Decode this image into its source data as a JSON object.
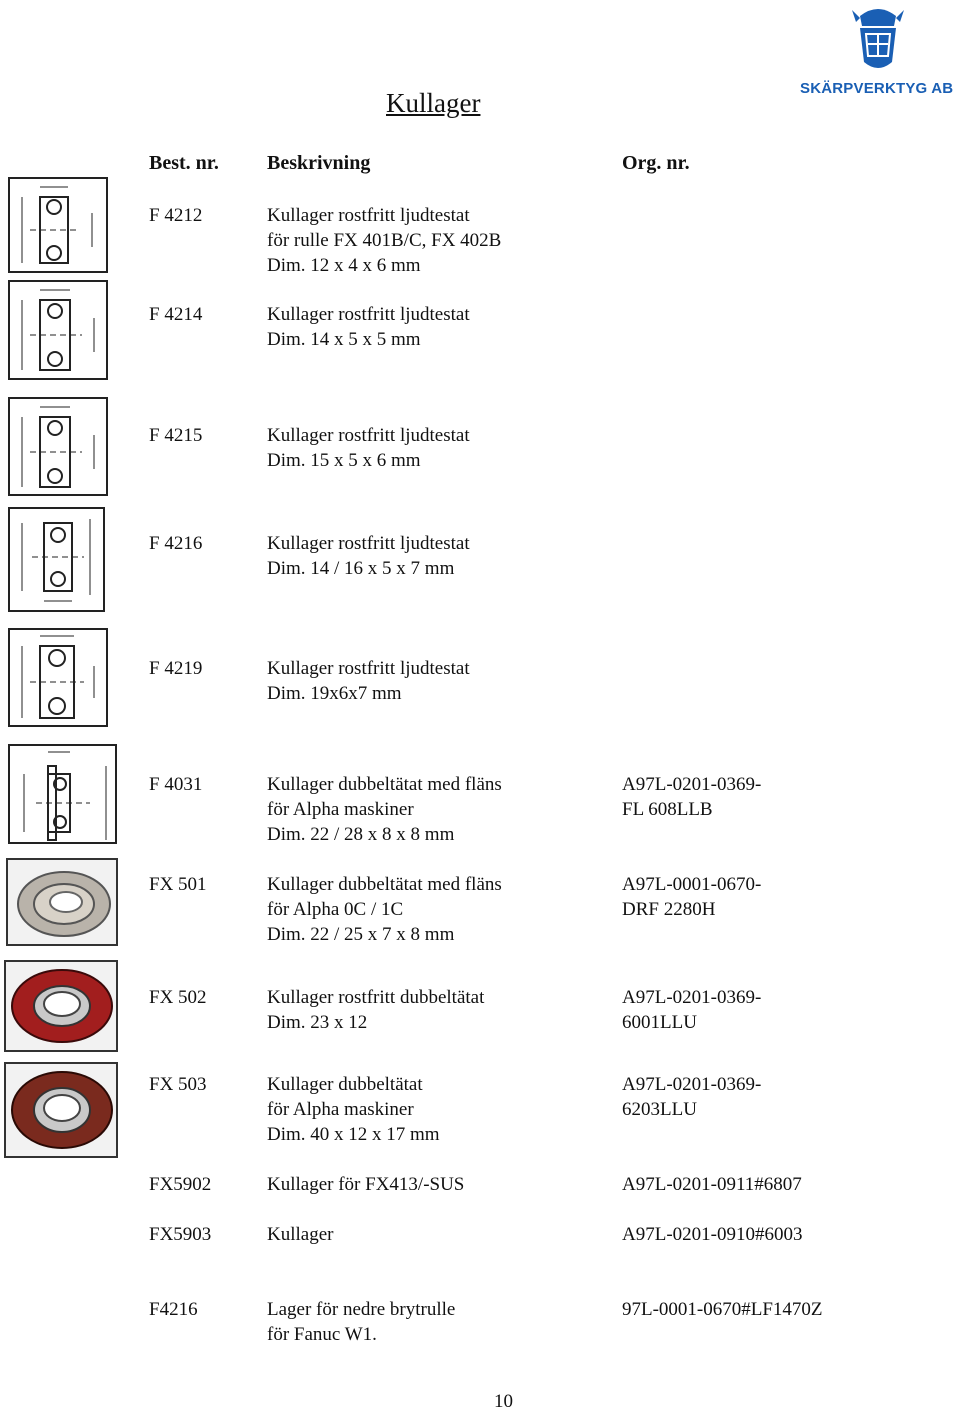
{
  "title": "Kullager",
  "headers": {
    "best_nr": "Best. nr.",
    "beskrivning": "Beskrivning",
    "org_nr": "Org. nr."
  },
  "logo": {
    "text": "SKÄRPVERKTYG AB",
    "color": "#1a5fb4"
  },
  "page_number": "10",
  "rows": [
    {
      "code": "F 4212",
      "lines": [
        "Kullager rostfritt ljudtestat",
        "för rulle FX 401B/C, FX 402B",
        "Dim. 12 x 4 x 6 mm"
      ],
      "org": [],
      "image": "bearing-drawing"
    },
    {
      "code": "F 4214",
      "lines": [
        "Kullager rostfritt ljudtestat",
        "Dim. 14 x 5 x 5 mm"
      ],
      "org": [],
      "image": "bearing-drawing"
    },
    {
      "code": "F 4215",
      "lines": [
        "Kullager rostfritt ljudtestat",
        "Dim. 15 x 5 x 6 mm"
      ],
      "org": [],
      "image": "bearing-drawing"
    },
    {
      "code": "F 4216",
      "lines": [
        "Kullager rostfritt ljudtestat",
        "Dim. 14 / 16 x 5 x 7 mm"
      ],
      "org": [],
      "image": "bearing-drawing"
    },
    {
      "code": "F 4219",
      "lines": [
        "Kullager rostfritt ljudtestat",
        "Dim. 19x6x7 mm"
      ],
      "org": [],
      "image": "bearing-drawing"
    },
    {
      "code": "F 4031",
      "lines": [
        "Kullager dubbeltätat med fläns",
        "för Alpha maskiner",
        "Dim. 22 / 28 x 8 x 8 mm"
      ],
      "org": [
        "A97L-0201-0369-",
        "FL 608LLB"
      ],
      "image": "bearing-drawing"
    },
    {
      "code": "FX 501",
      "lines": [
        "Kullager dubbeltätat med fläns",
        "för Alpha 0C / 1C",
        "Dim. 22 / 25 x 7 x 8 mm"
      ],
      "org": [
        "A97L-0001-0670-",
        "DRF 2280H"
      ],
      "image": "bearing-photo"
    },
    {
      "code": "FX 502",
      "lines": [
        "Kullager rostfritt dubbeltätat",
        "Dim. 23 x 12"
      ],
      "org": [
        "A97L-0201-0369-",
        "6001LLU"
      ],
      "image": "bearing-photo-red"
    },
    {
      "code": "FX 503",
      "lines": [
        "Kullager dubbeltätat",
        "för Alpha maskiner",
        "Dim. 40 x 12 x 17 mm"
      ],
      "org": [
        "A97L-0201-0369-",
        "6203LLU"
      ],
      "image": "bearing-photo-red"
    },
    {
      "code": "FX5902",
      "lines": [
        "Kullager för FX413/-SUS"
      ],
      "org": [
        "A97L-0201-0911#6807"
      ],
      "image": ""
    },
    {
      "code": "FX5903",
      "lines": [
        "Kullager"
      ],
      "org": [
        "A97L-0201-0910#6003"
      ],
      "image": ""
    },
    {
      "code": "F4216",
      "lines": [
        "Lager för nedre brytrulle",
        "för Fanuc W1."
      ],
      "org": [
        "97L-0001-0670#LF1470Z"
      ],
      "image": ""
    }
  ]
}
